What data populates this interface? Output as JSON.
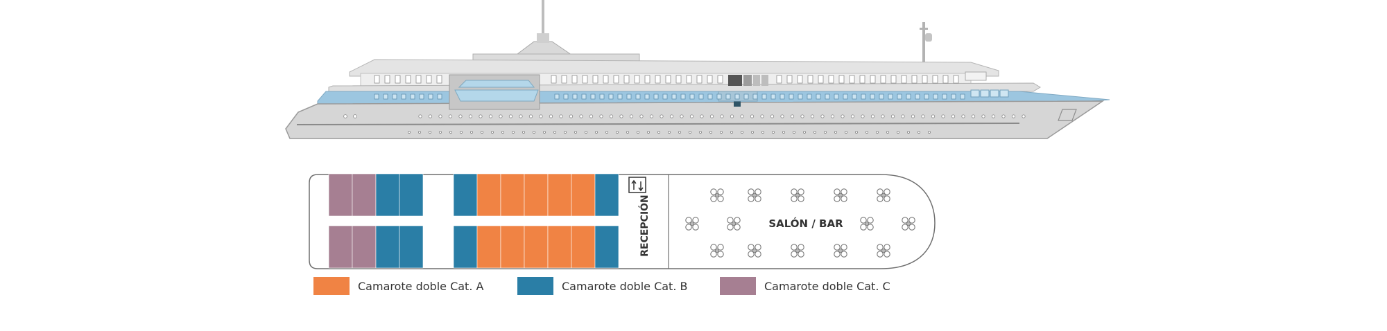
{
  "colors": {
    "cat_a": "#f08344",
    "cat_b": "#2a7ea6",
    "cat_c": "#a67f92",
    "hull": "#d6d6d6",
    "hull_edge": "#9a9a9a",
    "deck_blue": "#9cc6e0",
    "outline": "#6f6f6f"
  },
  "deck": {
    "reception_label": "RECEPCIÓN",
    "reception_icon": "elevator-icon",
    "salon_label": "SALÓN / BAR",
    "table_icon": "table-chairs-icon",
    "cabins": {
      "top_row": [
        "C",
        "C",
        "B",
        "B",
        "gap",
        "B",
        "A",
        "A",
        "A",
        "A",
        "A",
        "B"
      ],
      "bottom_row": [
        "C",
        "C",
        "B",
        "B",
        "gap",
        "B",
        "A",
        "A",
        "A",
        "A",
        "A",
        "B"
      ]
    }
  },
  "legend": [
    {
      "key": "cat_a",
      "label": "Camarote doble Cat. A"
    },
    {
      "key": "cat_b",
      "label": "Camarote doble Cat. B"
    },
    {
      "key": "cat_c",
      "label": "Camarote doble Cat. C"
    }
  ]
}
